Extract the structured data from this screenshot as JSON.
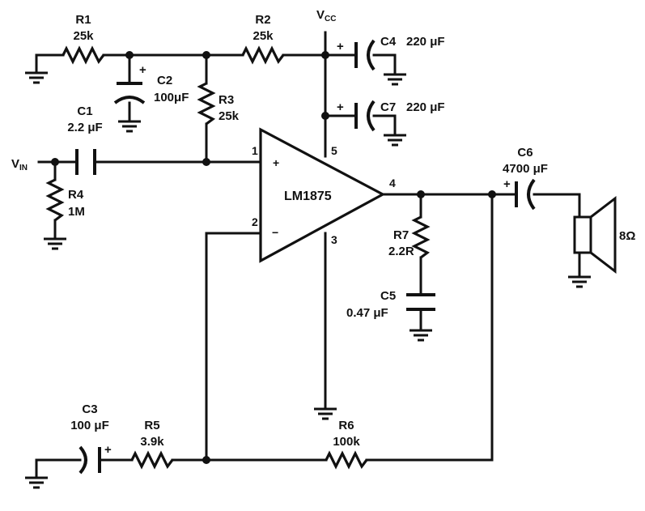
{
  "chip": {
    "name": "LM1875",
    "pin1": "1",
    "pin2": "2",
    "pin3": "3",
    "pin4": "4",
    "pin5": "5",
    "plus": "+",
    "minus": "−"
  },
  "vin": {
    "main": "V",
    "sub": "IN"
  },
  "vcc": {
    "main": "V",
    "sub": "CC"
  },
  "r1": {
    "ref": "R1",
    "value": "25k"
  },
  "r2": {
    "ref": "R2",
    "value": "25k"
  },
  "r3": {
    "ref": "R3",
    "value": "25k"
  },
  "r4": {
    "ref": "R4",
    "value": "1M"
  },
  "r5": {
    "ref": "R5",
    "value": "3.9k"
  },
  "r6": {
    "ref": "R6",
    "value": "100k"
  },
  "r7": {
    "ref": "R7",
    "value": "2.2R"
  },
  "c1": {
    "ref": "C1",
    "value": "2.2 μF"
  },
  "c2": {
    "ref": "C2",
    "value": "100μF",
    "polarity": "+"
  },
  "c3": {
    "ref": "C3",
    "value": "100 μF",
    "polarity": "+"
  },
  "c4": {
    "ref": "C4",
    "value": "220 μF",
    "polarity": "+"
  },
  "c5": {
    "ref": "C5",
    "value": "0.47 μF"
  },
  "c6": {
    "ref": "C6",
    "value": "4700 μF",
    "polarity": "+"
  },
  "c7": {
    "ref": "C7",
    "value": "220 μF",
    "polarity": "+"
  },
  "speaker": {
    "value": "8Ω"
  }
}
